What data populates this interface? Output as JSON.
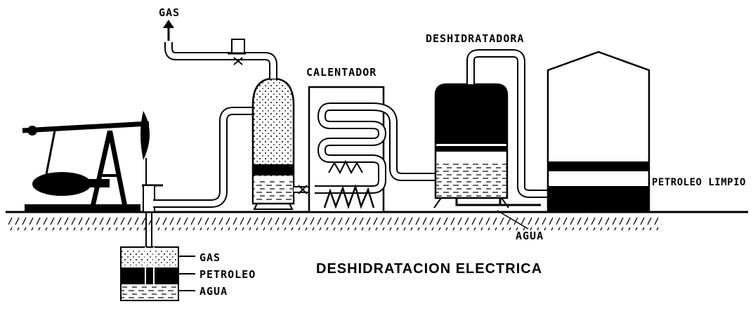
{
  "labels": {
    "gas_top": "GAS",
    "calentador": "CALENTADOR",
    "deshidratadora": "DESHIDRATADORA",
    "petroleo_limpio": "PETROLEO LIMPIO",
    "agua_right": "AGUA",
    "gas_well": "GAS",
    "petroleo_well": "PETROLEO",
    "agua_well": "AGUA",
    "title": "DESHIDRATACION ELECTRICA"
  }
}
